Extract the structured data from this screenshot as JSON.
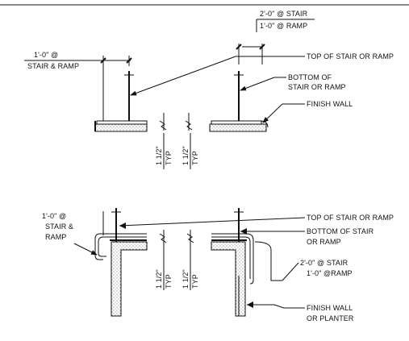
{
  "top_view": {
    "dim_left": [
      "1'-0\" @",
      "STAIR & RAMP"
    ],
    "dim_right": [
      "2'-0\" @ STAIR",
      "1'-0\" @ RAMP"
    ],
    "callouts": [
      "TOP OF STAIR OR RAMP",
      "BOTTOM OF",
      "STAIR OR RAMP",
      "FINISH WALL"
    ],
    "gap_dims": [
      [
        "1 1/2\"",
        "TYP"
      ],
      [
        "1 1/2\"",
        "TYP"
      ]
    ]
  },
  "bottom_view": {
    "dim_left": [
      "1'-0\" @",
      "STAIR &",
      "RAMP"
    ],
    "callouts": [
      "TOP OF STAIR OR RAMP",
      "BOTTOM OF STAIR",
      "OR RAMP",
      "2'-0\" @ STAIR",
      "1'-0\" @RAMP",
      "FINISH WALL",
      "OR PLANTER"
    ],
    "gap_dims": [
      [
        "1 1/2\"",
        "TYP"
      ],
      [
        "1 1/2\"",
        "TYP"
      ]
    ]
  }
}
